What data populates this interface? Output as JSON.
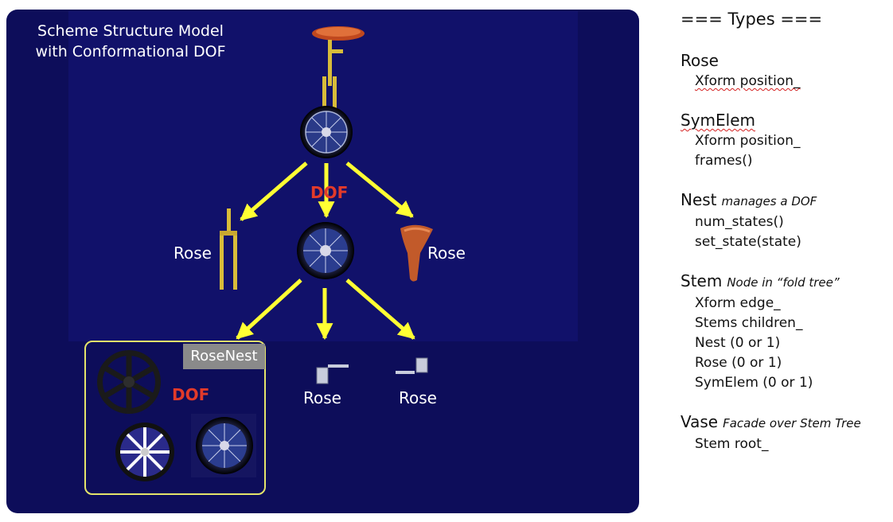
{
  "diagram": {
    "title_line1": "Scheme Structure Model",
    "title_line2": "with Conformational DOF",
    "dof_label": "DOF",
    "rose_label": "Rose",
    "rosenest_label": "RoseNest",
    "colors": {
      "panel_background": "#0d0d5a",
      "arrow": "#ffff33",
      "dof_text": "#e23a2a",
      "rosenest_border": "#e4e46a",
      "rosenest_tag": "#8a8a8a"
    },
    "nodes": [
      {
        "id": "unicycle",
        "icon": "unicycle-icon"
      },
      {
        "id": "fork",
        "icon": "fork-icon",
        "label": "Rose"
      },
      {
        "id": "wheel",
        "icon": "wheel-icon",
        "label": "DOF"
      },
      {
        "id": "seat",
        "icon": "seat-icon",
        "label": "Rose"
      },
      {
        "id": "rosenest",
        "icon": "rim-variants-icon",
        "label": "RoseNest"
      },
      {
        "id": "crank-left",
        "icon": "crank-icon",
        "label": "Rose"
      },
      {
        "id": "crank-right",
        "icon": "pedal-icon",
        "label": "Rose"
      }
    ]
  },
  "types": {
    "header": "=== Types ===",
    "blocks": [
      {
        "name": "Rose",
        "note": "",
        "members": [
          "Xform position_"
        ]
      },
      {
        "name": "SymElem",
        "note": "",
        "members": [
          "Xform position_",
          "frames()"
        ]
      },
      {
        "name": "Nest",
        "note": "manages a DOF",
        "members": [
          "num_states()",
          "set_state(state)"
        ]
      },
      {
        "name": "Stem",
        "note": "Node in “fold tree”",
        "members": [
          "Xform edge_",
          "Stems children_",
          "Nest (0 or 1)",
          "Rose (0 or 1)",
          "SymElem (0 or 1)"
        ]
      },
      {
        "name": "Vase",
        "note": "Facade over Stem Tree",
        "members": [
          "Stem root_"
        ]
      }
    ]
  }
}
